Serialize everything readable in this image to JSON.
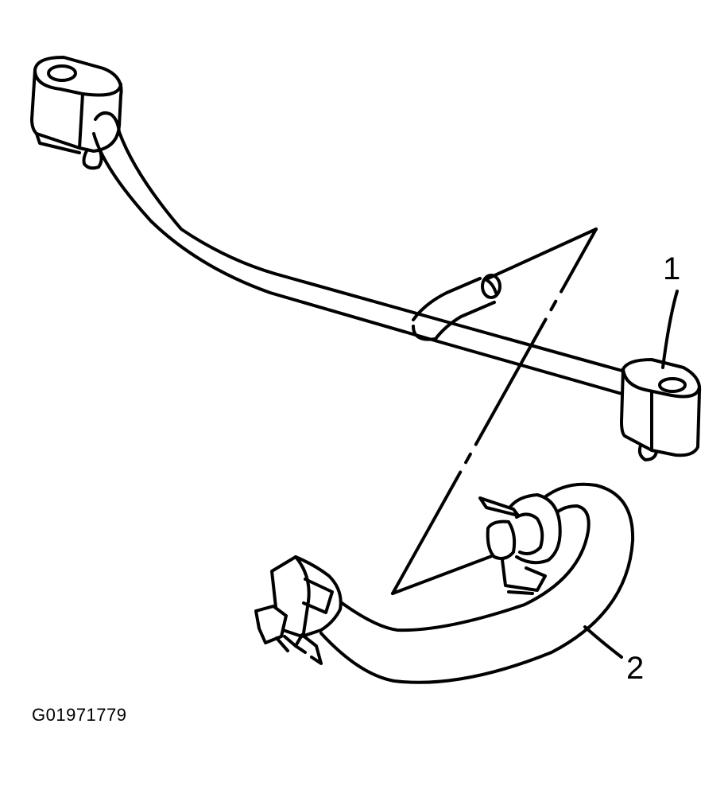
{
  "figure": {
    "figure_code": "G01971779",
    "callouts": [
      {
        "number": "1"
      },
      {
        "number": "2"
      }
    ]
  }
}
